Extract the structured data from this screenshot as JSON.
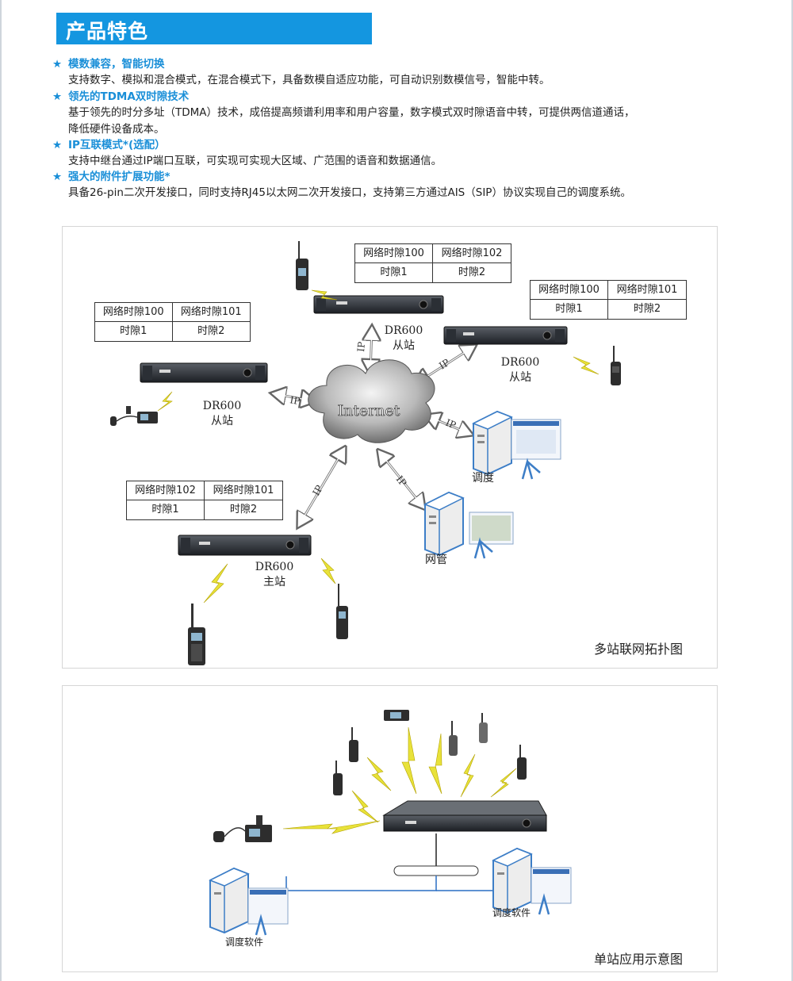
{
  "header": {
    "title": "产品特色"
  },
  "features": [
    {
      "star": "★",
      "title": "模数兼容，智能切换",
      "desc": [
        "支持数字、模拟和混合模式，在混合模式下，具备数模自适应功能，可自动识别数模信号，智能中转。"
      ]
    },
    {
      "star": "★",
      "title": "领先的TDMA双时隙技术",
      "desc": [
        "基于领先的时分多址（TDMA）技术，成倍提高频谱利用率和用户容量，数字模式双时隙语音中转，可提供两信道通话，",
        "降低硬件设备成本。"
      ]
    },
    {
      "star": "★",
      "title": "IP互联模式*(选配）",
      "desc": [
        "支持中继台通过IP端口互联，可实现可实现大区域、广范围的语音和数据通信。"
      ]
    },
    {
      "star": "★",
      "title": "强大的附件扩展功能*",
      "desc": [
        "具备26-pin二次开发接口，同时支持RJ45以太网二次开发接口，支持第三方通过AIS（SIP）协议实现自己的调度系统。"
      ]
    }
  ],
  "diagram1": {
    "caption": "多站联网拓扑图",
    "cloud_label": "Internet",
    "ip_label": "IP",
    "tables": {
      "top_center": {
        "cells": [
          "网络时隙100",
          "网络时隙102",
          "时隙1",
          "时隙2"
        ]
      },
      "top_right": {
        "cells": [
          "网络时隙100",
          "网络时隙101",
          "时隙1",
          "时隙2"
        ]
      },
      "left": {
        "cells": [
          "网络时隙100",
          "网络时隙101",
          "时隙1",
          "时隙2"
        ]
      },
      "bottom_left": {
        "cells": [
          "网络时隙102",
          "网络时隙101",
          "时隙1",
          "时隙2"
        ]
      }
    },
    "stations": {
      "top_center": {
        "model": "DR600",
        "role": "从站"
      },
      "right": {
        "model": "DR600",
        "role": "从站"
      },
      "left": {
        "model": "DR600",
        "role": "从站"
      },
      "main": {
        "model": "DR600",
        "role": "主站"
      }
    },
    "dispatch_label": "调度",
    "nms_label": "网管"
  },
  "diagram2": {
    "caption": "单站应用示意图",
    "left_software_label": "调度软件",
    "right_software_label": "调度软件"
  },
  "colors": {
    "accent": "#1496e0",
    "bolt": "#e8e23a",
    "link": "#2a6fc4"
  }
}
